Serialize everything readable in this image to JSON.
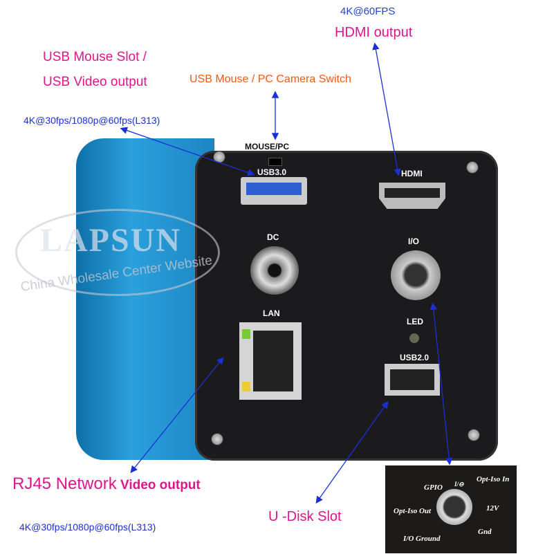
{
  "annotations": {
    "hdmi_spec": "4K@60FPS",
    "hdmi_title": "HDMI output",
    "usb_slot_line1": "USB Mouse Slot /",
    "usb_slot_line2": "USB Video output",
    "switch": "USB Mouse / PC Camera Switch",
    "usb_spec": "4K@30fps/1080p@60fps(L313)",
    "rj45_part1": "RJ45 Network",
    "rj45_part2": " Video output",
    "rj45_spec": "4K@30fps/1080p@60fps(L313)",
    "udisk": "U -Disk Slot"
  },
  "panel": {
    "mouse_pc": "MOUSE/PC",
    "usb3": "USB3.0",
    "hdmi": "HDMI",
    "dc": "DC",
    "io": "I/O",
    "lan": "LAN",
    "led": "LED",
    "usb2": "USB2.0"
  },
  "inset": {
    "io": "I/⊖",
    "gpio": "GPIO",
    "opt_iso_in": "Opt-Iso In",
    "opt_iso_out": "Opt-Iso Out",
    "v12": "12V",
    "gnd": "Gnd",
    "io_ground": "I/O Ground"
  },
  "watermark": {
    "brand": "LAPSUN",
    "tagline": "China Wholesale Center Website"
  },
  "colors": {
    "annotation": "#e0148c",
    "arrow": "#1a2fd6",
    "switch": "#f05a14",
    "body": "#1f8fcf"
  }
}
